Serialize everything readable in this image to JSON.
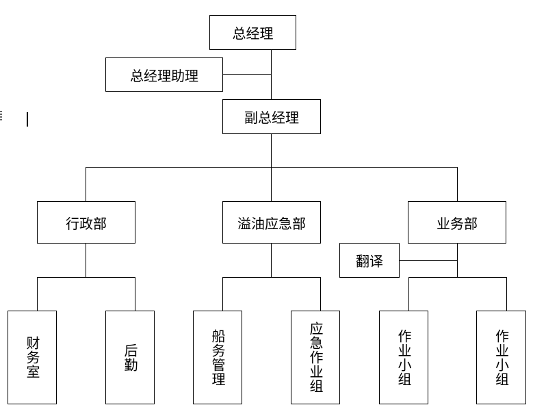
{
  "nodes": {
    "gm": "总经理",
    "gm_assistant": "总经理助理",
    "deputy_gm": "副总经理",
    "admin": "行政部",
    "spill": "溢油应急部",
    "business": "业务部",
    "translation": "翻译",
    "finance": "财务室",
    "logistics": "后勤",
    "ship_mgmt": "船务管理",
    "emergency_team": "应急作业组",
    "team_a": "作业小组",
    "team_b": "作业小组"
  }
}
